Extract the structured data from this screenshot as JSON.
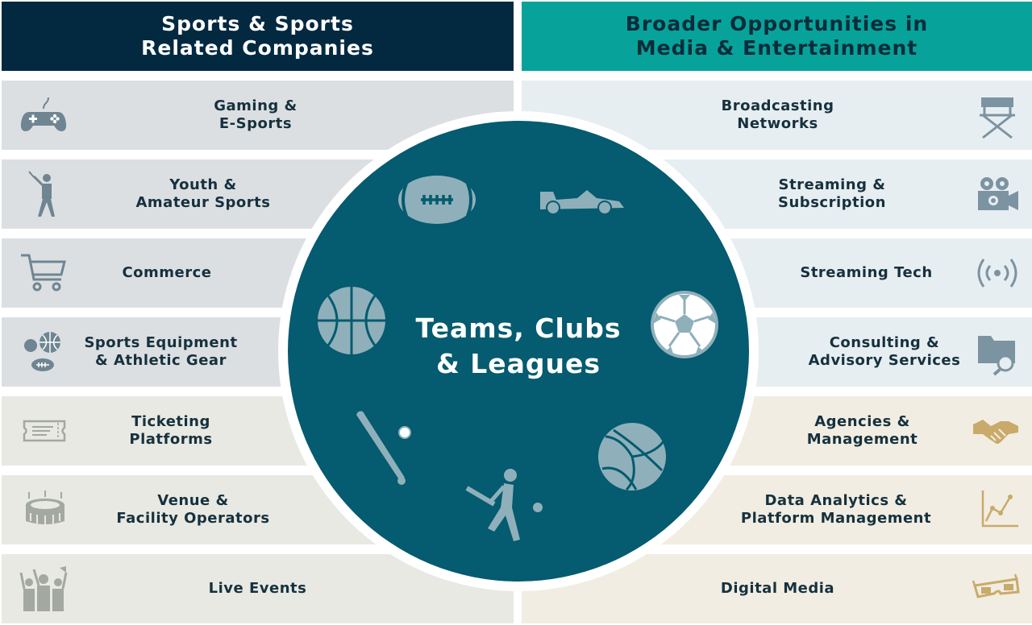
{
  "headers": {
    "left": "Sports & Sports\nRelated Companies",
    "right": "Broader Opportunities in\nMedia & Entertainment"
  },
  "left_items": [
    {
      "label": "Gaming &\nE-Sports",
      "icon": "gamepad-icon"
    },
    {
      "label": "Youth &\nAmateur Sports",
      "icon": "batter-icon"
    },
    {
      "label": "Commerce",
      "icon": "shopping-cart-icon"
    },
    {
      "label": "Sports Equipment\n& Athletic Gear",
      "icon": "sports-balls-icon"
    },
    {
      "label": "Ticketing\nPlatforms",
      "icon": "ticket-icon"
    },
    {
      "label": "Venue &\nFacility Operators",
      "icon": "stadium-icon"
    },
    {
      "label": "Live Events",
      "icon": "crowd-icon"
    }
  ],
  "right_items": [
    {
      "label": "Broadcasting\nNetworks",
      "icon": "director-chair-icon"
    },
    {
      "label": "Streaming &\nSubscription",
      "icon": "film-camera-icon"
    },
    {
      "label": "Streaming Tech",
      "icon": "broadcast-signal-icon"
    },
    {
      "label": "Consulting &\nAdvisory Services",
      "icon": "folder-search-icon"
    },
    {
      "label": "Agencies &\nManagement",
      "icon": "handshake-icon"
    },
    {
      "label": "Data Analytics &\nPlatform Management",
      "icon": "line-chart-icon"
    },
    {
      "label": "Digital Media",
      "icon": "3d-glasses-icon"
    }
  ],
  "center": {
    "title": "Teams, Clubs\n& Leagues",
    "icons": [
      "football-icon",
      "race-car-icon",
      "basketball-icon",
      "soccer-ball-icon",
      "baseball-bat-icon",
      "cricket-player-icon",
      "volleyball-icon"
    ]
  },
  "colors": {
    "left_header": "#032940",
    "right_header": "#07a39a",
    "circle": "#055b6f",
    "left_rows": [
      "#dcdfe2",
      "#dcdfe2",
      "#dcdfe2",
      "#dcdfe2",
      "#e8e9e3",
      "#e8e9e3",
      "#e8e9e3"
    ],
    "right_rows": [
      "#e7eef1",
      "#e7eef1",
      "#e7eef1",
      "#e7eef1",
      "#f1ede2",
      "#f1ede2",
      "#f1ede2"
    ]
  }
}
